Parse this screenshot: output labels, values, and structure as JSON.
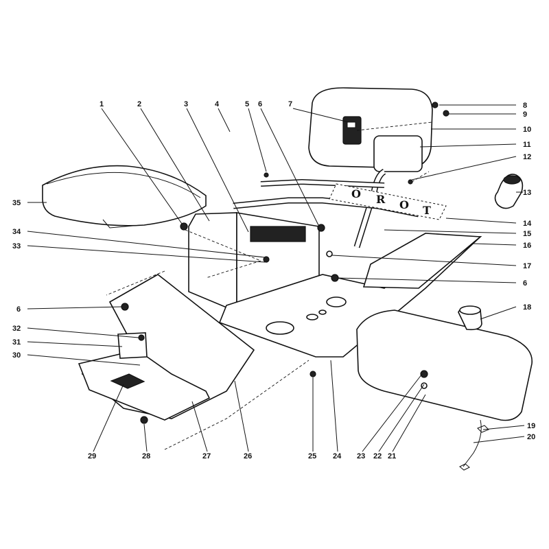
{
  "callouts": {
    "c1": "1",
    "c2": "2",
    "c3": "3",
    "c4": "4",
    "c5": "5",
    "c6a": "6",
    "c7": "7",
    "c8": "8",
    "c9": "9",
    "c10": "10",
    "c11": "11",
    "c12": "12",
    "c13": "13",
    "c14": "14",
    "c15": "15",
    "c16": "16",
    "c17": "17",
    "c6b": "6",
    "c18": "18",
    "c35": "35",
    "c34": "34",
    "c33": "33",
    "c6c": "6",
    "c32": "32",
    "c31": "31",
    "c30": "30",
    "c29": "29",
    "c28": "28",
    "c27": "27",
    "c26": "26",
    "c25": "25",
    "c24": "24",
    "c23": "23",
    "c22": "22",
    "c21": "21",
    "c19": "19",
    "c20": "20"
  },
  "decal": {
    "l1": "O",
    "l2": "R",
    "l3": "O",
    "l4": "T"
  }
}
